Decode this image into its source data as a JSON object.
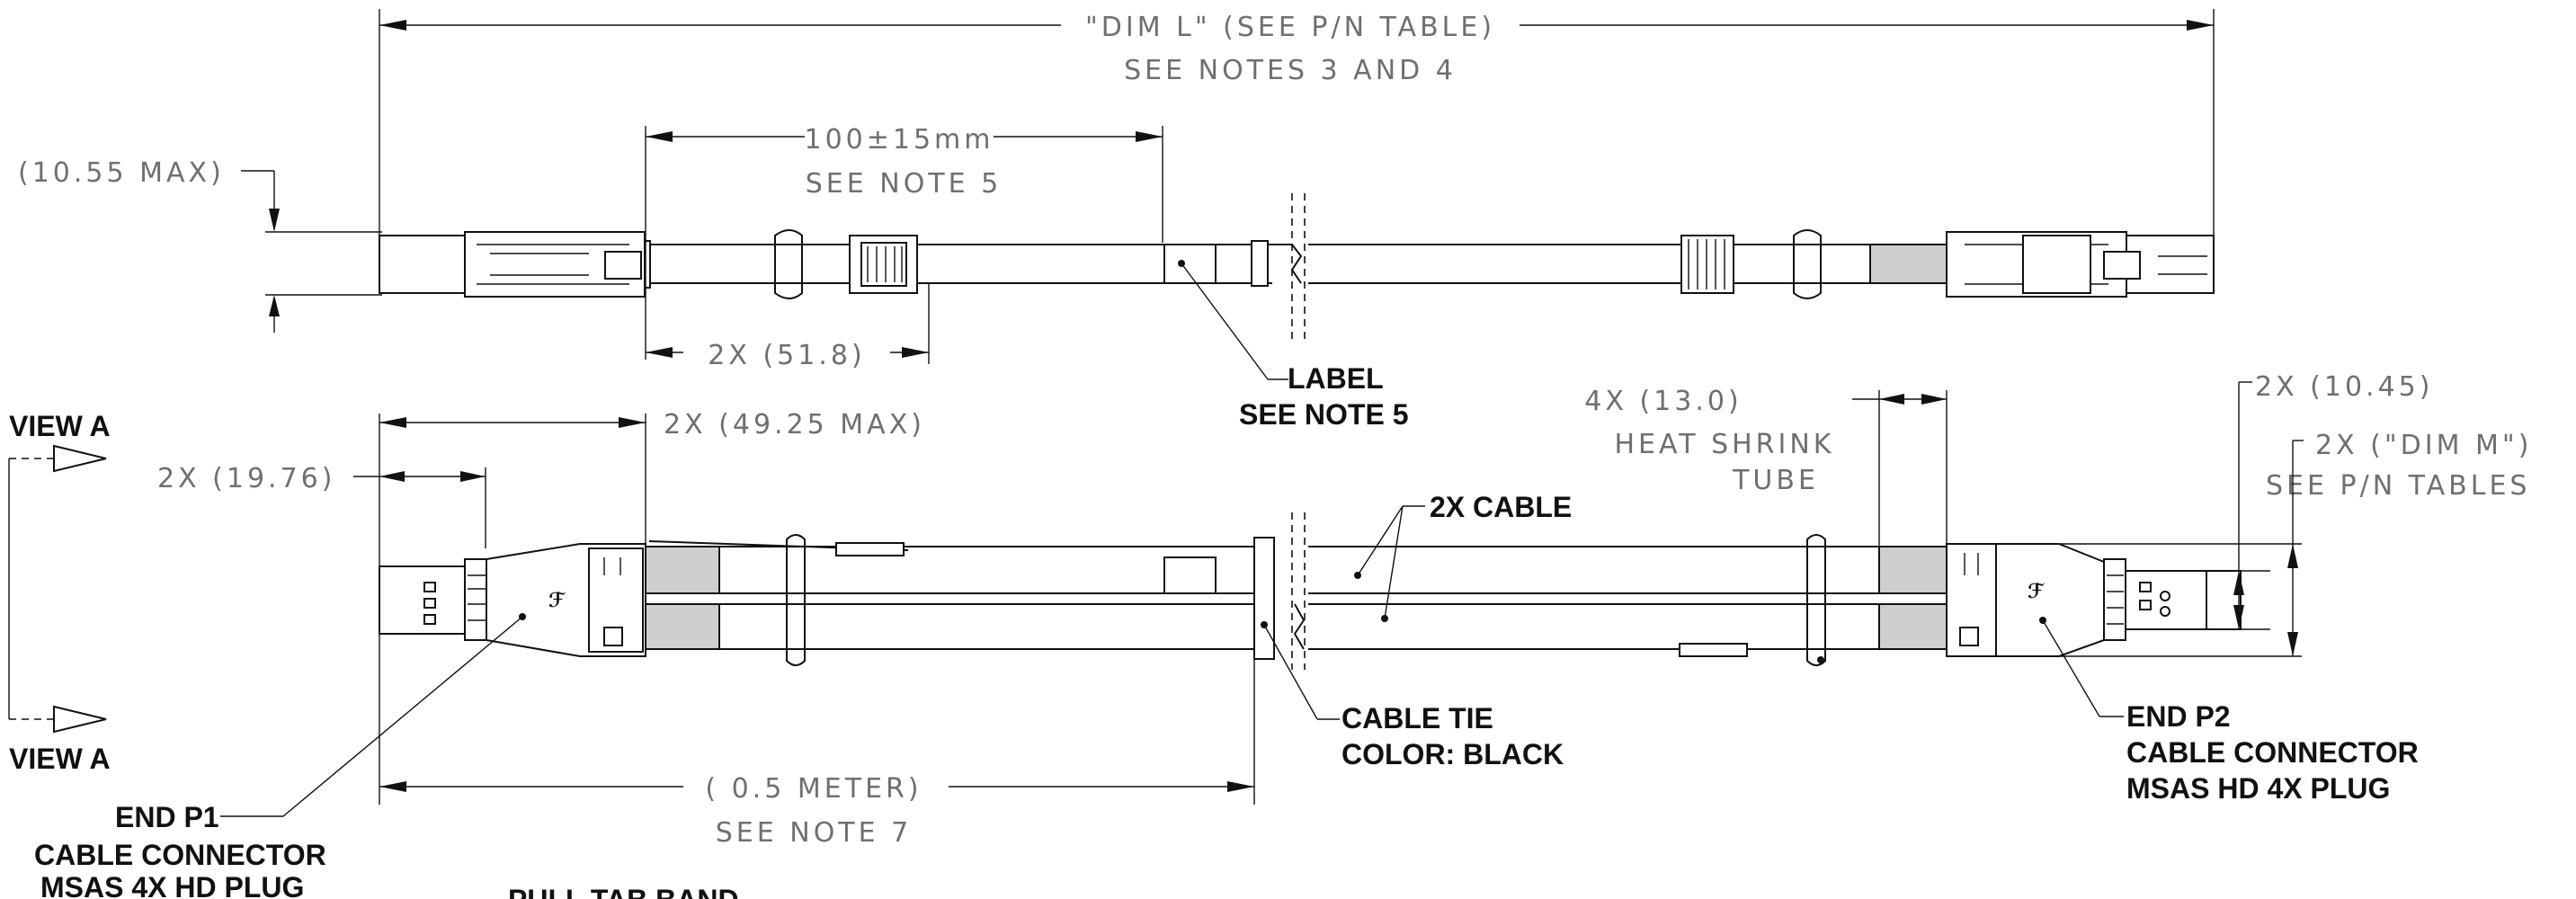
{
  "top_view": {
    "dim_l": "\"DIM L\" (SEE P/N TABLE)",
    "dim_l_note": "SEE NOTES 3 AND 4",
    "height_max": "(10.55 MAX)",
    "tail_length": "100±15mm",
    "tail_note": "SEE NOTE 5",
    "handle_dim": "2X (51.8)",
    "label": "LABEL",
    "label_note": "SEE NOTE 5"
  },
  "bottom_view": {
    "view_a_top": "VIEW A",
    "view_a_bottom": "VIEW A",
    "connector_length": "2X (49.25 MAX)",
    "plug_length": "2X (19.76)",
    "heat_shrink_dim": "4X (13.0)",
    "heat_shrink_label": "HEAT SHRINK",
    "heat_shrink_label2": "TUBE",
    "width_dim": "2X (10.45)",
    "dim_m": "2X (\"DIM M\")",
    "dim_m_note": "SEE P/N TABLES",
    "cable": "2X CABLE",
    "cable_tie": "CABLE TIE",
    "cable_tie_color": "COLOR: BLACK",
    "tie_position": "( 0.5 METER)",
    "tie_note": "SEE NOTE 7",
    "end_p1": "END P1",
    "end_p1_line2": "CABLE CONNECTOR",
    "end_p1_line3": "MSAS 4X HD PLUG",
    "end_p2": "END P2",
    "end_p2_line2": "CABLE CONNECTOR",
    "end_p2_line3": "MSAS HD 4X PLUG",
    "pull_tab": "PULL TAB BAND"
  }
}
